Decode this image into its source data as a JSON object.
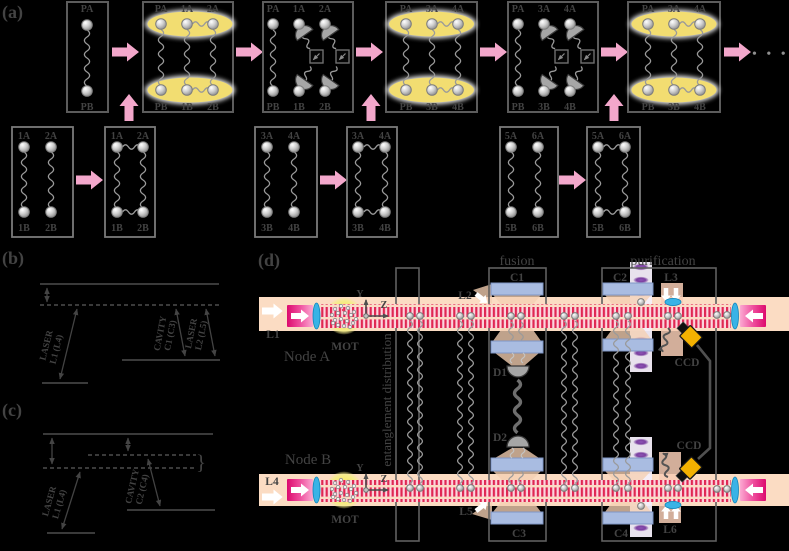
{
  "colors": {
    "background": "#000000",
    "ink": "#434343",
    "box_border": "#5c5c5c",
    "box_border_sub": "#7a7a7a",
    "wave": "#9a9a9a",
    "pink_arrow": "#f3a7cb",
    "entangle_yellow": "#f2dd71",
    "beam_peach": "#fbdcc3",
    "lattice_red": "#e02752",
    "laser_magenta": "#dc0a6e",
    "lens_cyan": "#39b3e6",
    "mirror_blue": "#a9bce1",
    "mot_yellow": "#f8e95e",
    "purple_lattice": "#7b3fa0",
    "ccd_yellow": "#f3b100",
    "metal_gray": "#a6a6a6"
  },
  "a": {
    "label": "(a)",
    "ellipsis": "• • •",
    "t1": {
      "top0": "PA",
      "bot0": "PB"
    },
    "t2": {
      "top0": "PA",
      "top1": "1A",
      "top2": "2A",
      "bot0": "PB",
      "bot1": "1B",
      "bot2": "2B"
    },
    "t3": {
      "top0": "PA",
      "top1": "1A",
      "top2": "2A",
      "bot0": "PB",
      "bot1": "1B",
      "bot2": "2B"
    },
    "t4": {
      "top0": "PA",
      "top1": "3A",
      "top2": "4A",
      "bot0": "PB",
      "bot1": "3B",
      "bot2": "4B"
    },
    "t5": {
      "top0": "PA",
      "top1": "3A",
      "top2": "4A",
      "bot0": "PB",
      "bot1": "3B",
      "bot2": "4B"
    },
    "t6": {
      "top0": "PA",
      "top1": "3A",
      "top2": "4A",
      "bot0": "PB",
      "bot1": "3B",
      "bot2": "4B"
    },
    "ba": {
      "top0": "1A",
      "top1": "2A",
      "bot0": "1B",
      "bot1": "2B"
    },
    "bb": {
      "top0": "1A",
      "top1": "2A",
      "bot0": "1B",
      "bot1": "2B"
    },
    "bc": {
      "top0": "3A",
      "top1": "4A",
      "bot0": "3B",
      "bot1": "4B"
    },
    "bd": {
      "top0": "3A",
      "top1": "4A",
      "bot0": "3B",
      "bot1": "4B"
    },
    "be": {
      "top0": "5A",
      "top1": "6A",
      "bot0": "5B",
      "bot1": "6B"
    },
    "bf": {
      "top0": "5A",
      "top1": "6A",
      "bot0": "5B",
      "bot1": "6B"
    }
  },
  "b": {
    "label": "(b)",
    "laser1_line1": "LASER",
    "laser1_line2": "L1 (L4)",
    "cavity_line1": "CAVITY",
    "cavity_line2": "C1 (C3)",
    "laser2_line1": "LASER",
    "laser2_line2": "L2 (L5)"
  },
  "c": {
    "label": "(c)",
    "laser1_line1": "LASER",
    "laser1_line2": "L1 (L4)",
    "cavity_line1": "CAVITY",
    "cavity_line2": "C2 (C4)",
    "brace": "}"
  },
  "d": {
    "label": "(d)",
    "node_a": "Node A",
    "node_b": "Node B",
    "mot_a": "MOT",
    "mot_b": "MOT",
    "l1": "L1",
    "l2": "L2",
    "l3": "L3",
    "l4": "L4",
    "l5": "L5",
    "l6": "L6",
    "c1": "C1",
    "c2": "C2",
    "c3": "C3",
    "c4": "C4",
    "d1": "D1",
    "d2": "D2",
    "ccd_a": "CCD",
    "ccd_b": "CCD",
    "fusion": "fusion",
    "purification": "purification",
    "entanglement": "entanglement distribution",
    "axis_y_a": "Y",
    "axis_z_a": "Z",
    "axis_y_b": "Y",
    "axis_z_b": "Z"
  }
}
